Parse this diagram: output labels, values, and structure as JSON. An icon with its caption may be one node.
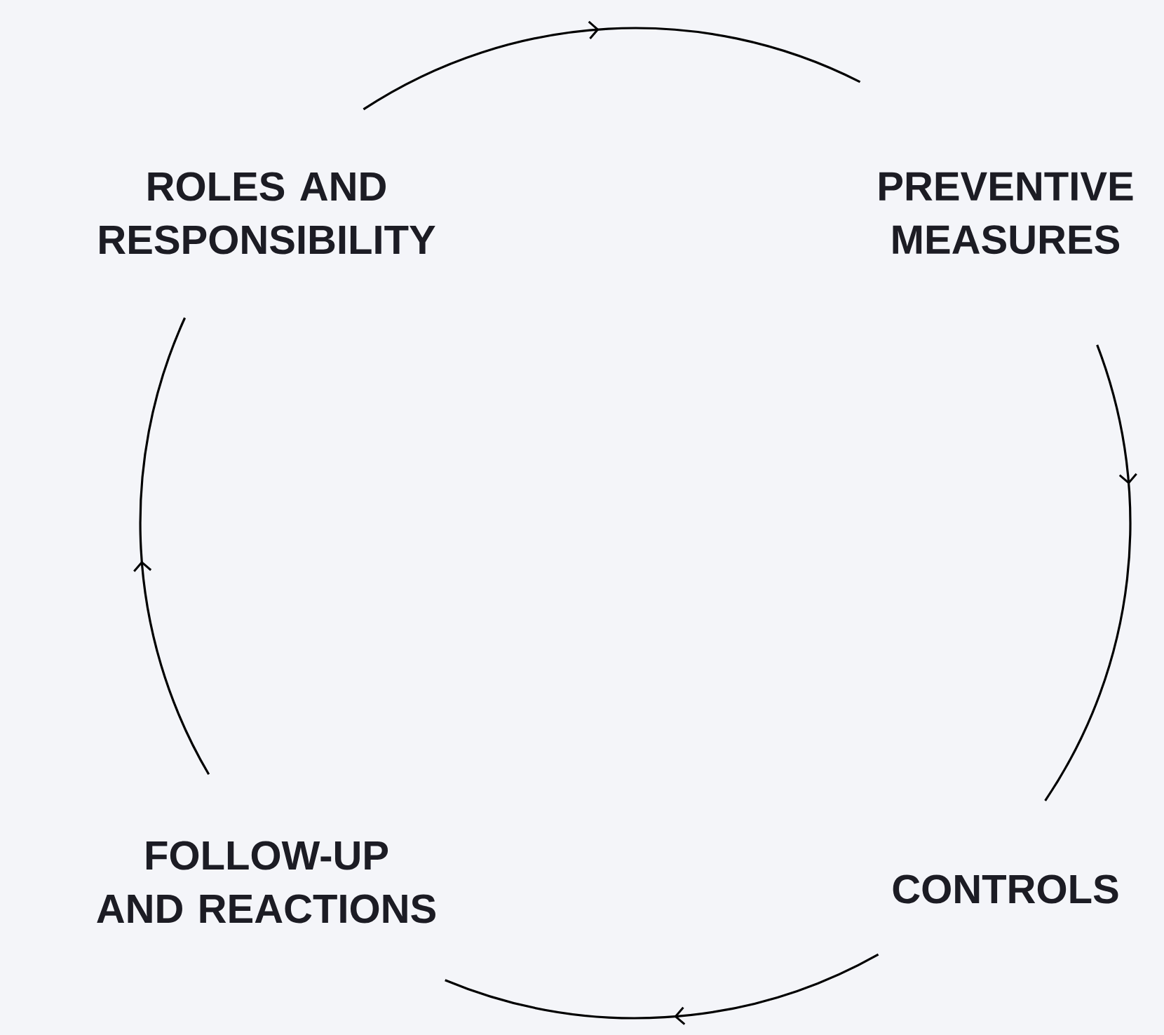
{
  "diagram": {
    "nodes": [
      {
        "text": [
          "ROLES AND RESPONSIBILITY"
        ]
      },
      {
        "text": [
          "PREVENTIVE MEASURES"
        ]
      },
      {
        "text": [
          "CONTROLS"
        ]
      },
      {
        "text": [
          "FOLLOW-UP AND REACTIONS"
        ]
      }
    ],
    "edges": [
      {
        "from": 0,
        "to": 1,
        "arrow": "to"
      },
      {
        "from": 1,
        "to": 2,
        "arrow": "to"
      },
      {
        "from": 2,
        "to": 3,
        "arrow": "to"
      },
      {
        "from": 3,
        "to": 0,
        "arrow": "to"
      }
    ]
  }
}
